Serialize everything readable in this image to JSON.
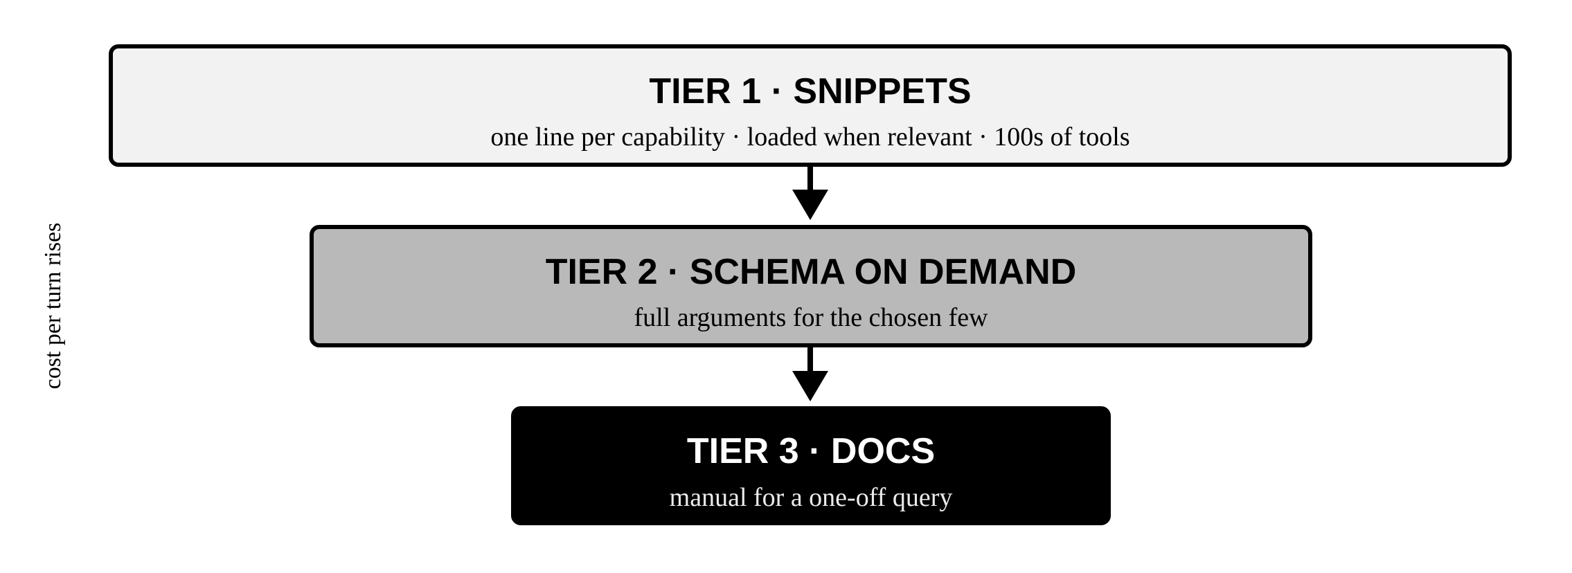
{
  "side_label": "cost per turn rises",
  "tiers": [
    {
      "title": "TIER 1 · SNIPPETS",
      "description": "one line per capability · loaded when relevant · 100s of tools",
      "fill_color": "#f2f2f2"
    },
    {
      "title": "TIER 2 · SCHEMA ON DEMAND",
      "description": "full arguments for the chosen few",
      "fill_color": "#b9b9b9"
    },
    {
      "title": "TIER 3 · DOCS",
      "description": "manual for a one-off query",
      "fill_color": "#000000"
    }
  ],
  "connectors": [
    {
      "from": "tier-1",
      "to": "tier-2",
      "icon": "arrow-down-icon"
    },
    {
      "from": "tier-2",
      "to": "tier-3",
      "icon": "arrow-down-icon"
    }
  ]
}
